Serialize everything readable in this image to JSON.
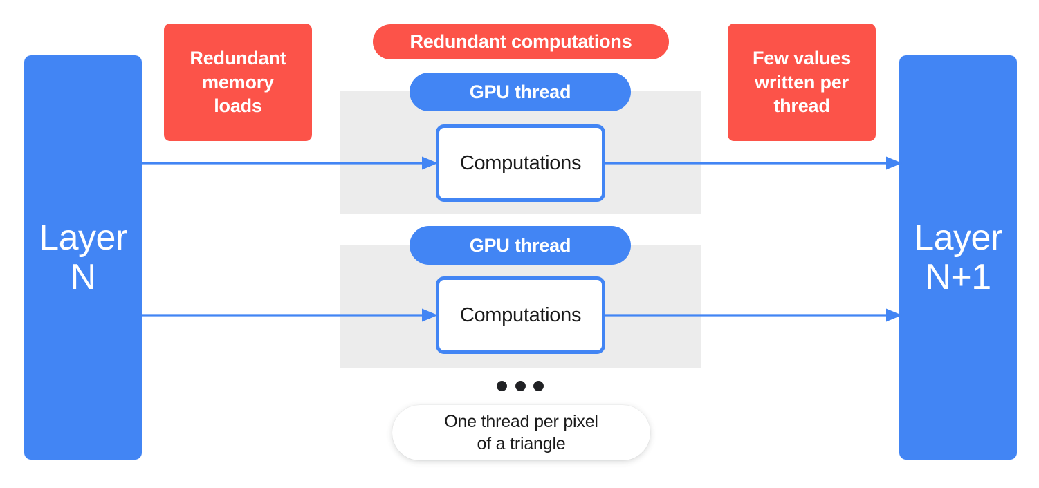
{
  "colors": {
    "blue": "#4285F4",
    "red": "#FC5349",
    "grey_band": "#ECECEC",
    "text_dark": "#1a1a1a",
    "white": "#ffffff"
  },
  "layers": {
    "left": {
      "label": "Layer\nN"
    },
    "right": {
      "label": "Layer\nN+1"
    }
  },
  "callouts": {
    "memory_loads": "Redundant\nmemory\nloads",
    "redundant_computations": "Redundant computations",
    "few_values": "Few values\nwritten per\nthread"
  },
  "threads": [
    {
      "pill_label": "GPU thread",
      "box_label": "Computations"
    },
    {
      "pill_label": "GPU thread",
      "box_label": "Computations"
    }
  ],
  "ellipsis": {
    "dot_count": 3,
    "meaning": "more threads"
  },
  "caption": "One thread per pixel\nof a triangle",
  "arrows": [
    {
      "name": "input-arrow-thread-1",
      "direction": "right"
    },
    {
      "name": "input-arrow-thread-2",
      "direction": "right"
    },
    {
      "name": "output-arrow-thread-1",
      "direction": "right"
    },
    {
      "name": "output-arrow-thread-2",
      "direction": "right"
    }
  ]
}
